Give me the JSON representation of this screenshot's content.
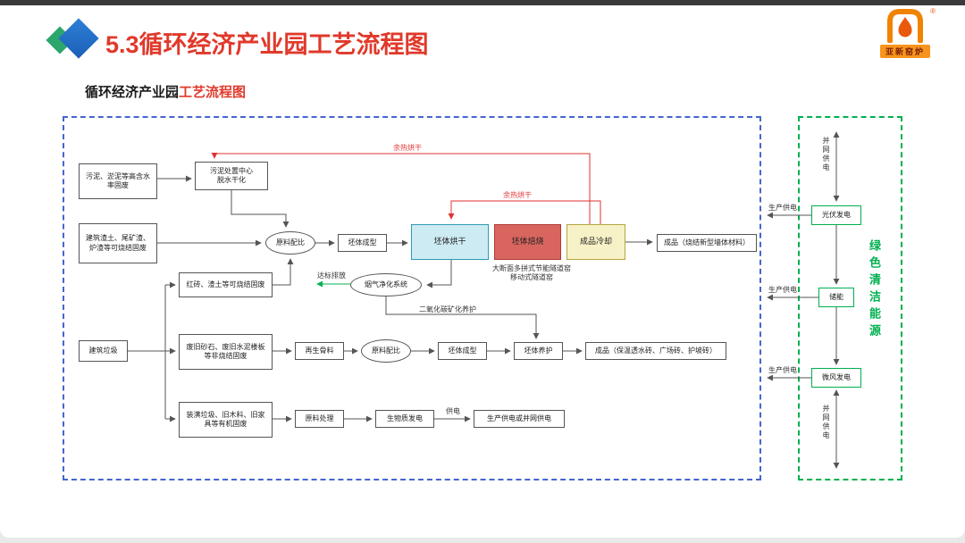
{
  "slide": {
    "title": "5.3循环经济产业园工艺流程图",
    "subtitle_black": "循环经济产业园",
    "subtitle_red": "工艺流程图",
    "logo": {
      "name": "亚新窑炉",
      "reg": "®"
    }
  },
  "colors": {
    "title_red": "#E0392B",
    "dash_blue": "#4466D0",
    "dash_green": "#00B050",
    "heat_red": "#E03131",
    "kiln_cyan": "#CDEBF2",
    "kiln_red": "#D9655F",
    "kiln_yellow": "#F6F1C6"
  },
  "flow": {
    "sludge_src": "污泥、淤泥等高含水\n率固废",
    "sludge_center": "污泥处置中心\n脱水干化",
    "reheat_top": "余热烘干",
    "reheat_mid": "余热烘干",
    "sinterable_src": "建筑渣土、尾矿渣、\n炉渣等可烧结固废",
    "ratio1": "原料配比",
    "forming1": "坯体成型",
    "drying": "坯体烘干",
    "roasting": "坯体焙烧",
    "cooling": "成品冷却",
    "kiln_note": "大断面多拼式节能隧道窑\n移动式隧道窑",
    "product1": "成品（烧结新型墙体材料）",
    "flue": "烟气净化系统",
    "discharge": "达标排放",
    "co2": "二氧化碳矿化养护",
    "redbrick_src": "红砖、渣土等可烧结固废",
    "construction_waste": "建筑垃圾",
    "nonsinter_src": "废旧砂石、废旧水泥楼板\n等非烧结固废",
    "aggregate": "再生骨料",
    "ratio2": "原料配比",
    "forming2": "坯体成型",
    "curing": "坯体养护",
    "product2": "成品（保温透水砖、广场砖、护坡砖）",
    "organic_src": "装潢垃圾、旧木料、旧家\n具等有机固废",
    "treat": "原料处理",
    "biomass": "生物质发电",
    "power_label": "供电",
    "power_supply": "生产供电或并网供电"
  },
  "energy": {
    "grid_top": "并网供电",
    "grid_bottom": "并网供电",
    "pv": "光伏发电",
    "storage": "储能",
    "wind": "微风发电",
    "supply1": "生产供电",
    "supply2": "生产供电",
    "supply3": "生产供电",
    "title": "绿色清洁能源"
  }
}
